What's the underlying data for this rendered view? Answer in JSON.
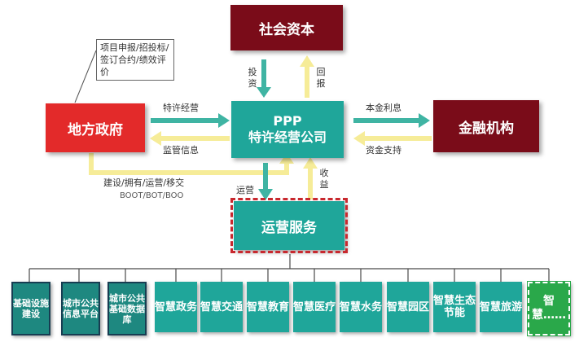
{
  "colors": {
    "teal": "#1fa69a",
    "dark_red": "#7a0c19",
    "red": "#e32a2a",
    "arrow_green": "#3fb4a3",
    "arrow_yellow": "#f6ec98",
    "red_dash": "#c8282e"
  },
  "nodes": {
    "social_capital": "社会资本",
    "local_gov": "地方政府",
    "ppp_line1": "PPP",
    "ppp_line2": "特许经营公司",
    "financial_inst": "金融机构",
    "operations": "运营服务"
  },
  "note": "项目申报/招投标/签订合约/绩效评价",
  "labels": {
    "invest": "投资",
    "return": "回报",
    "franchise": "特许经营",
    "supervision": "监管信息",
    "principal_interest": "本金利息",
    "funding": "资金支持",
    "build_line1": "建设/拥有/运营/移交",
    "build_line2": "BOOT/BOT/BOO",
    "operate": "运营",
    "income": "收益"
  },
  "items": [
    "基础设施建设",
    "城市公共信息平台",
    "城市公共基础数据库",
    "智慧政务",
    "智慧交通",
    "智慧教育",
    "智慧医疗",
    "智慧水务",
    "智慧园区",
    "智慧生态节能",
    "智慧旅游",
    "智慧……"
  ]
}
